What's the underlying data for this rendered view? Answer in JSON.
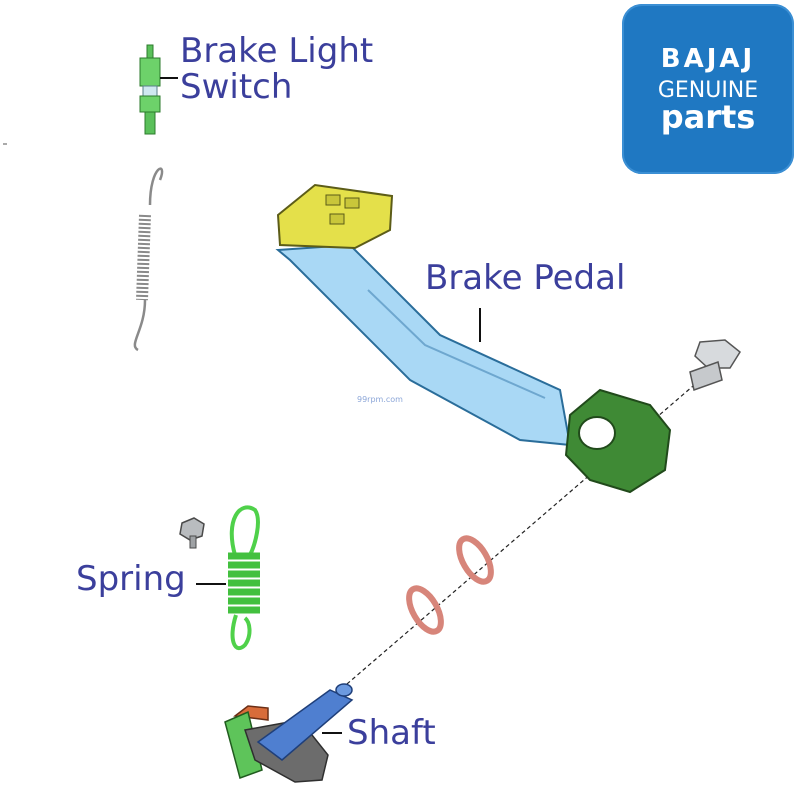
{
  "labels": {
    "brake_light_switch_line1": "Brake Light",
    "brake_light_switch_line2": "Switch",
    "brake_pedal": "Brake Pedal",
    "spring": "Spring",
    "shaft": "Shaft"
  },
  "logo": {
    "brand": "BAJAJ",
    "line2": "GENUINE",
    "line3": "parts"
  },
  "watermark": "99rpm.com",
  "colors": {
    "label_text": "#3b3f9c",
    "badge_bg": "#1f78c2",
    "pedal_body": "#a9d8f5",
    "pedal_footpad": "#e4e04a",
    "pivot_boss": "#3f8a35",
    "spring_green": "#4fd14a",
    "washer_copper": "#d7857a",
    "shaft_blue": "#4f7fd0"
  }
}
